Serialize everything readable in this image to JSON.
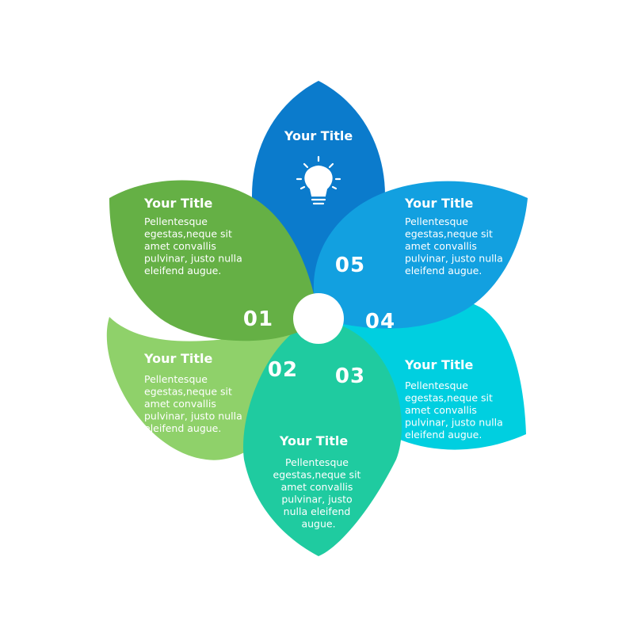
{
  "colors": {
    "petal_01": "#65b045",
    "petal_02": "#8fd16a",
    "petal_03": "#1fcba0",
    "petal_04": "#00cfe0",
    "petal_05": "#12a0e0",
    "petal_top": "#0b7bcc",
    "center": "#ffffff",
    "text": "#ffffff"
  },
  "top_petal": {
    "title": "Your Title",
    "icon": "lightbulb-icon"
  },
  "petals": [
    {
      "number": "01",
      "title": "Your Title",
      "lines": [
        "Pellentesque",
        "egestas,neque sit",
        "amet convallis",
        "pulvinar, justo nulla",
        "eleifend augue."
      ]
    },
    {
      "number": "02",
      "title": "Your Title",
      "lines": [
        "Pellentesque",
        "egestas,neque sit",
        "amet convallis",
        "pulvinar, justo nulla",
        "eleifend augue."
      ]
    },
    {
      "number": "03",
      "title": "Your Title",
      "lines": [
        "Pellentesque",
        "egestas,neque sit",
        "amet convallis",
        "pulvinar, justo",
        "nulla eleifend",
        "augue."
      ]
    },
    {
      "number": "04",
      "title": "Your Title",
      "lines": [
        "Pellentesque",
        "egestas,neque sit",
        "amet convallis",
        "pulvinar, justo nulla",
        "eleifend augue."
      ]
    },
    {
      "number": "05",
      "title": "Your Title",
      "lines": [
        "Pellentesque",
        "egestas,neque sit",
        "amet convallis",
        "pulvinar, justo nulla",
        "eleifend augue."
      ]
    }
  ]
}
